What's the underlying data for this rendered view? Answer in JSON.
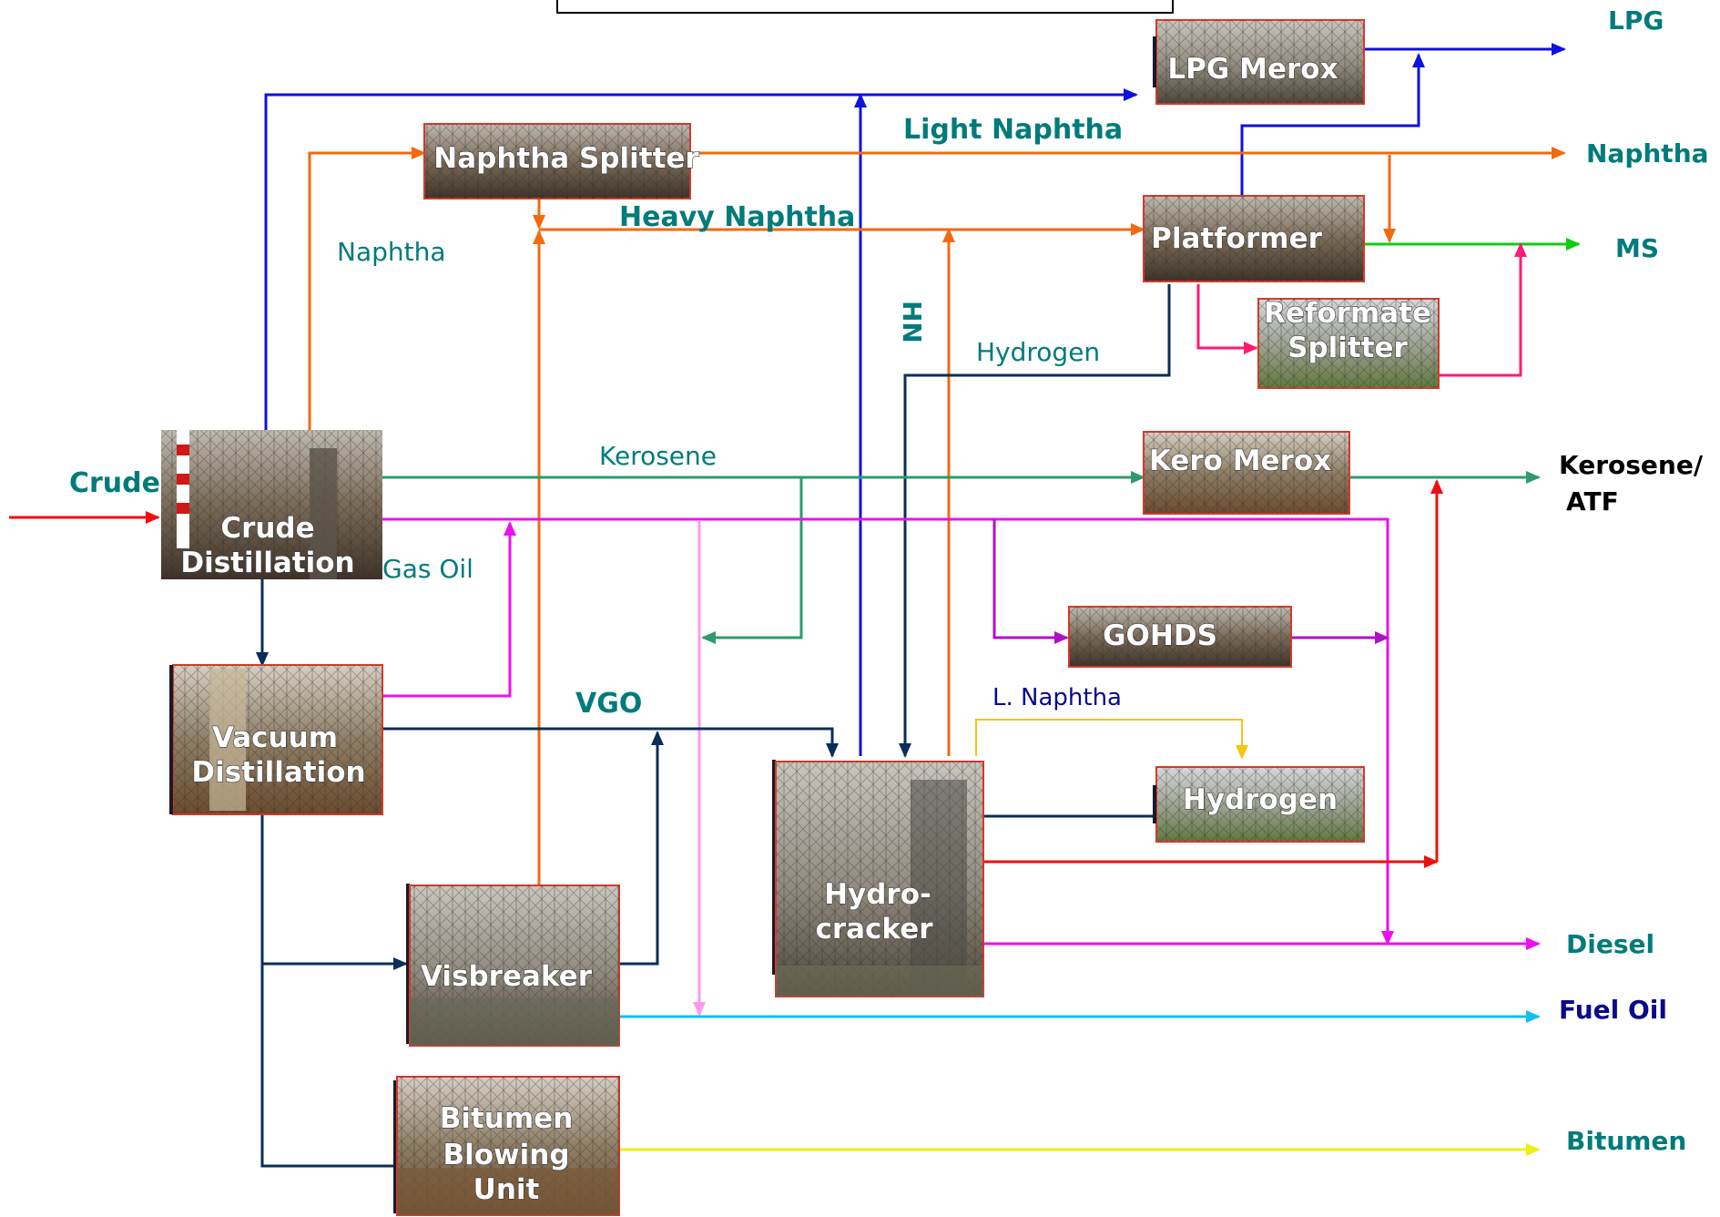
{
  "units": {
    "crude_distillation": {
      "line1": "Crude",
      "line2": "Distillation"
    },
    "vacuum_distillation": {
      "line1": "Vacuum",
      "line2": "Distillation"
    },
    "naphtha_splitter": {
      "label": "Naphtha Splitter"
    },
    "lpg_merox": {
      "label": "LPG Merox"
    },
    "platformer": {
      "label": "Platformer"
    },
    "reformate_splitter": {
      "line1": "Reformate",
      "line2": "Splitter"
    },
    "kero_merox": {
      "label": "Kero Merox"
    },
    "gohds": {
      "label": "GOHDS"
    },
    "hydrogen": {
      "label": "Hydrogen"
    },
    "hydrocracker": {
      "line1": "Hydro-",
      "line2": "cracker"
    },
    "visbreaker": {
      "label": "Visbreaker"
    },
    "bitumen_blowing": {
      "line1": "Bitumen",
      "line2": "Blowing",
      "line3": "Unit"
    }
  },
  "feed": {
    "label": "Crude"
  },
  "stream_labels": {
    "naphtha": "Naphtha",
    "light_naphtha": "Light Naphtha",
    "heavy_naphtha": "Heavy Naphtha",
    "hn": "HN",
    "hydrogen": "Hydrogen",
    "kerosene": "Kerosene",
    "gas_oil": "Gas Oil",
    "vgo": "VGO",
    "l_naphtha": "L. Naphtha"
  },
  "products": {
    "lpg": "LPG",
    "naphtha": "Naphtha",
    "ms": "MS",
    "kerosene_atf_line1": "Kerosene/",
    "kerosene_atf_line2": "ATF",
    "diesel": "Diesel",
    "fuel_oil": "Fuel Oil",
    "bitumen": "Bitumen"
  },
  "colors": {
    "blue": "#1010e0",
    "orange": "#f26a10",
    "teal_text": "#007b7b",
    "green": "#2e9b6e",
    "magenta": "#ee10ee",
    "purple": "#b010c8",
    "navy": "#0a2e5a",
    "red": "#ee1010",
    "pink": "#ff1a72",
    "light_pink": "#ff99f0",
    "cyan": "#10c0f0",
    "yellow": "#f0f010",
    "gold": "#f5c518",
    "bright_green": "#10cc10",
    "label_blue": "#0a0a8a",
    "box_border": "#d83a2a"
  }
}
